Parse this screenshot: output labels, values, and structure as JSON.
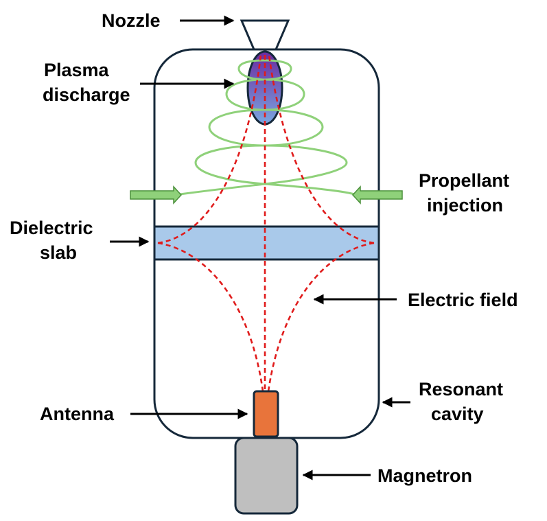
{
  "labels": {
    "nozzle": "Nozzle",
    "plasma_line1": "Plasma",
    "plasma_line2": "discharge",
    "propellant_line1": "Propellant",
    "propellant_line2": "injection",
    "dielectric_line1": "Dielectric",
    "dielectric_line2": "slab",
    "electric_field": "Electric field",
    "resonant_line1": "Resonant",
    "resonant_line2": "cavity",
    "antenna": "Antenna",
    "magnetron": "Magnetron"
  },
  "colors": {
    "outline": "#15283a",
    "dielectric_fill": "#a9c9ea",
    "field_line": "#e01b1b",
    "propellant": "#8fd17a",
    "antenna_fill": "#e8743b",
    "magnetron_fill": "#bfbfbf",
    "plasma_top": "#6a2aa0",
    "plasma_bottom": "#7aa6e0"
  }
}
